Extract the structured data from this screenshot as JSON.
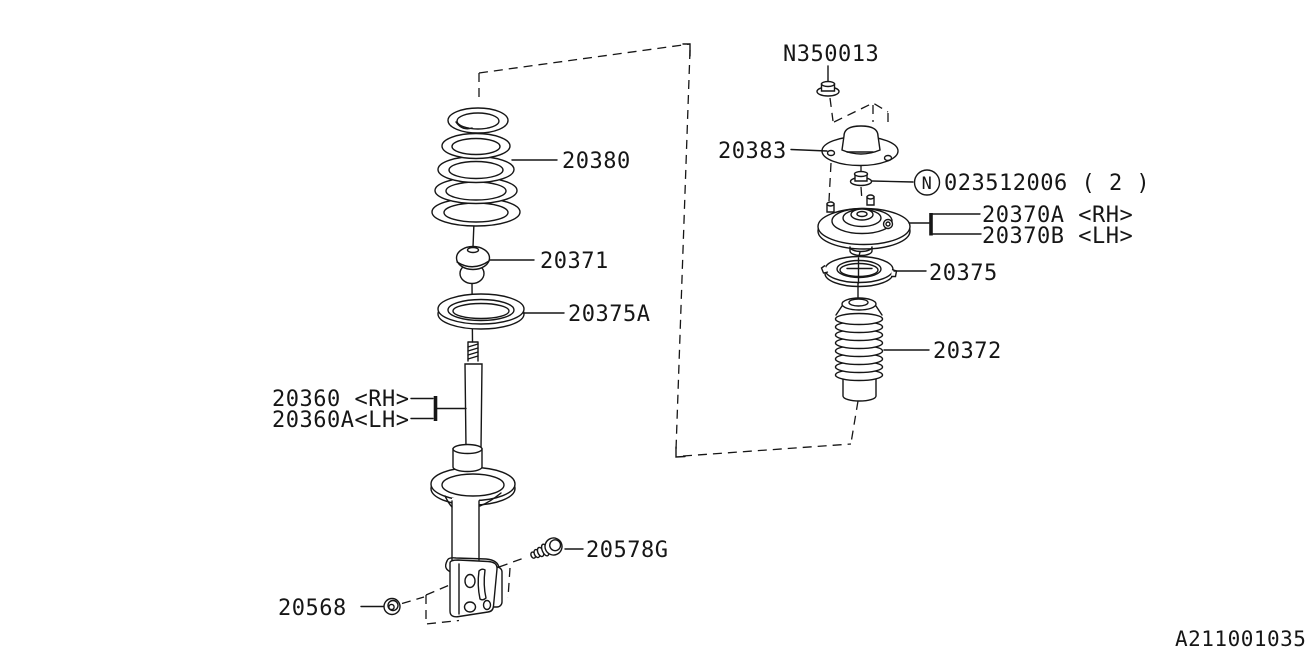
{
  "colors": {
    "background": "#ffffff",
    "line": "#161616"
  },
  "labels": {
    "top_nut": "N350013",
    "cap": "20383",
    "nut_symbol": "N",
    "flange_nut": "023512006 ( 2  )",
    "mount_rh": "20370A <RH>",
    "mount_lh": "20370B <LH>",
    "upper_seat": "20375",
    "dust_cover": "20372",
    "coil_spring": "20380",
    "helper_rubber": "20371",
    "upper_seat_a": "20375A",
    "strut_rh": "20360 <RH>",
    "strut_lh": "20360A<LH>",
    "bolt": "20578G",
    "lock_nut": "20568"
  },
  "footer": {
    "drawing_number": "A211001035"
  }
}
